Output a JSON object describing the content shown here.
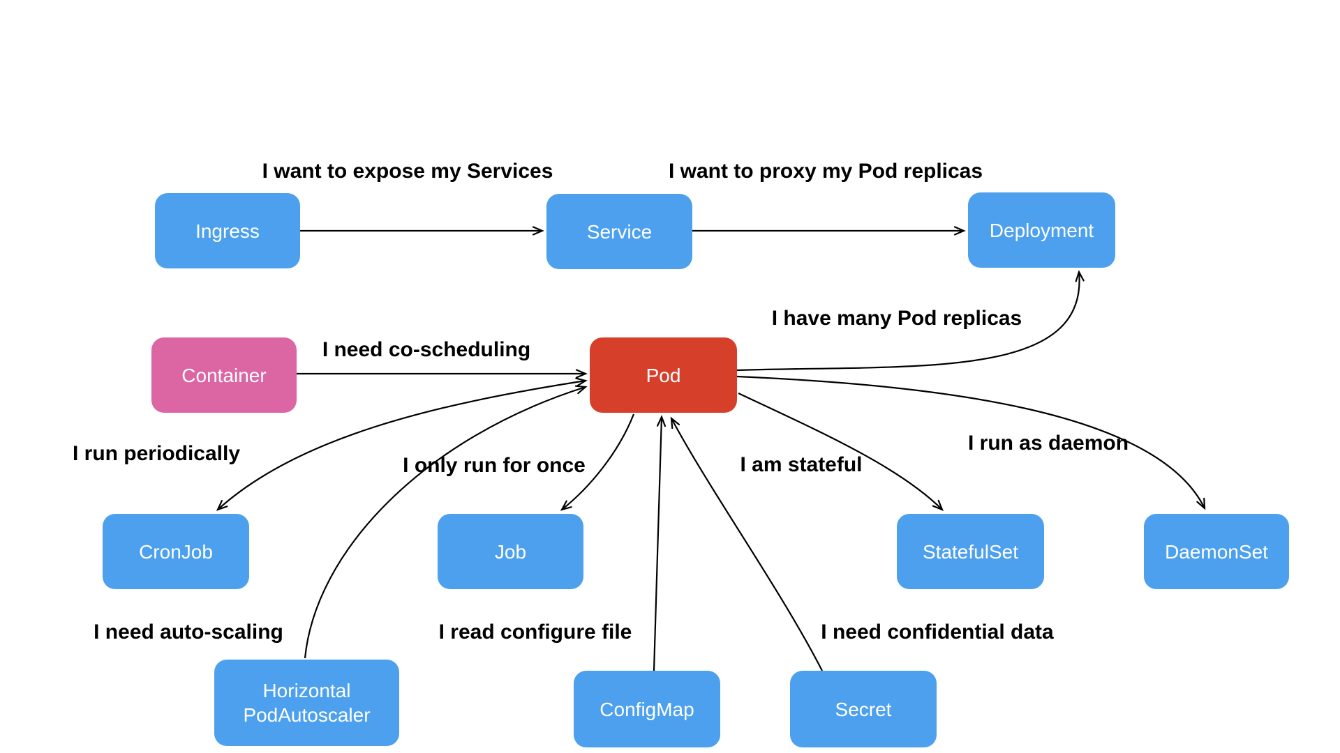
{
  "canvas": {
    "background": "#ffffff"
  },
  "colors": {
    "node_blue": "#4CA0EE",
    "node_red": "#D6402B",
    "node_pink": "#DC66A4",
    "node_text": "#ffffff",
    "edge": "#000000",
    "label_text": "#000000"
  },
  "nodes": [
    {
      "id": "ingress",
      "label": "Ingress",
      "type": "blue"
    },
    {
      "id": "service",
      "label": "Service",
      "type": "blue"
    },
    {
      "id": "deployment",
      "label": "Deployment",
      "type": "blue"
    },
    {
      "id": "container",
      "label": "Container",
      "type": "pink"
    },
    {
      "id": "pod",
      "label": "Pod",
      "type": "red"
    },
    {
      "id": "cronjob",
      "label": "CronJob",
      "type": "blue"
    },
    {
      "id": "job",
      "label": "Job",
      "type": "blue"
    },
    {
      "id": "statefulset",
      "label": "StatefulSet",
      "type": "blue"
    },
    {
      "id": "daemonset",
      "label": "DaemonSet",
      "type": "blue"
    },
    {
      "id": "hpa",
      "label": "Horizontal\nPodAutoscaler",
      "type": "blue"
    },
    {
      "id": "configmap",
      "label": "ConfigMap",
      "type": "blue"
    },
    {
      "id": "secret",
      "label": "Secret",
      "type": "blue"
    }
  ],
  "edges": [
    {
      "from": "Ingress",
      "to": "Service",
      "label": "I want to expose my Services",
      "arrowheads": "end"
    },
    {
      "from": "Service",
      "to": "Deployment",
      "label": "I want to proxy my Pod replicas",
      "arrowheads": "end"
    },
    {
      "from": "Container",
      "to": "Pod",
      "label": "I need co-scheduling",
      "arrowheads": "end"
    },
    {
      "from": "Pod",
      "to": "Deployment",
      "label": "I have many Pod replicas",
      "arrowheads": "end"
    },
    {
      "from": "Pod",
      "to": "CronJob",
      "label": "I run periodically",
      "arrowheads": "both"
    },
    {
      "from": "Pod",
      "to": "Job",
      "label": "I only run for once",
      "arrowheads": "end"
    },
    {
      "from": "Pod",
      "to": "StatefulSet",
      "label": "I am stateful",
      "arrowheads": "end"
    },
    {
      "from": "Pod",
      "to": "DaemonSet",
      "label": "I run as daemon",
      "arrowheads": "end"
    },
    {
      "from": "HorizontalPodAutoscaler",
      "to": "Pod",
      "label": "I need auto-scaling",
      "arrowheads": "end"
    },
    {
      "from": "ConfigMap",
      "to": "Pod",
      "label": "I read configure file",
      "arrowheads": "end"
    },
    {
      "from": "Secret",
      "to": "Pod",
      "label": "I need confidential data",
      "arrowheads": "end"
    }
  ]
}
